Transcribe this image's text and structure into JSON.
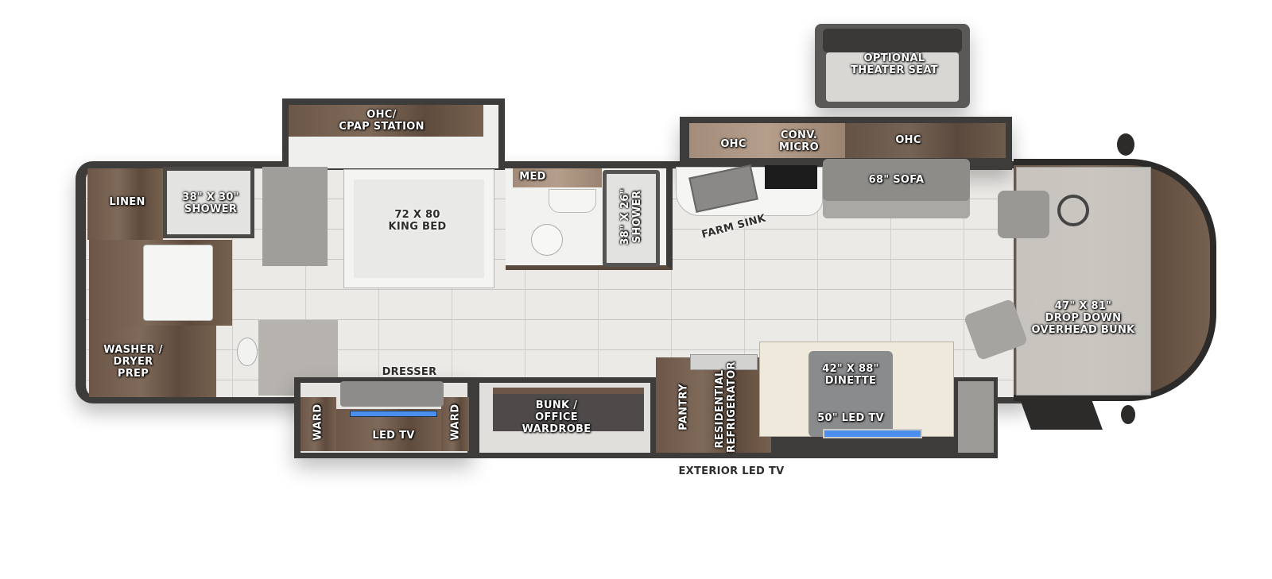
{
  "floorplan": {
    "theater_seat": "OPTIONAL\nTHEATER SEAT",
    "ohc_cpap": "OHC/\nCPAP STATION",
    "ohc_left": "OHC",
    "conv_micro": "CONV.\nMICRO",
    "ohc_right": "OHC",
    "linen": "LINEN",
    "rear_shower": "38\" X 30\"\nSHOWER",
    "king_bed": "72 X 80\nKING BED",
    "med": "MED",
    "mid_shower": "38\" X 26\"\nSHOWER",
    "sofa": "68\" SOFA",
    "farm_sink": "FARM SINK",
    "overhead_bunk": "47\" X 81\"\nDROP DOWN\nOVERHEAD BUNK",
    "washer_dryer": "WASHER /\nDRYER\nPREP",
    "dresser": "DRESSER",
    "ward_left": "WARD",
    "bedroom_tv": "LED TV",
    "ward_right": "WARD",
    "bunk_office": "BUNK / OFFICE\nWARDROBE",
    "pantry": "PANTRY",
    "refrigerator": "RESIDENTIAL\nREFRIGERATOR",
    "dinette": "42\" X 88\"\nDINETTE",
    "dinette_tv": "50\" LED TV",
    "exterior_tv": "EXTERIOR LED TV"
  },
  "colors": {
    "wall": "#3d3c3a",
    "wood": "#6b5647",
    "floor": "#eceae6",
    "tv": "#4a8ff0"
  }
}
